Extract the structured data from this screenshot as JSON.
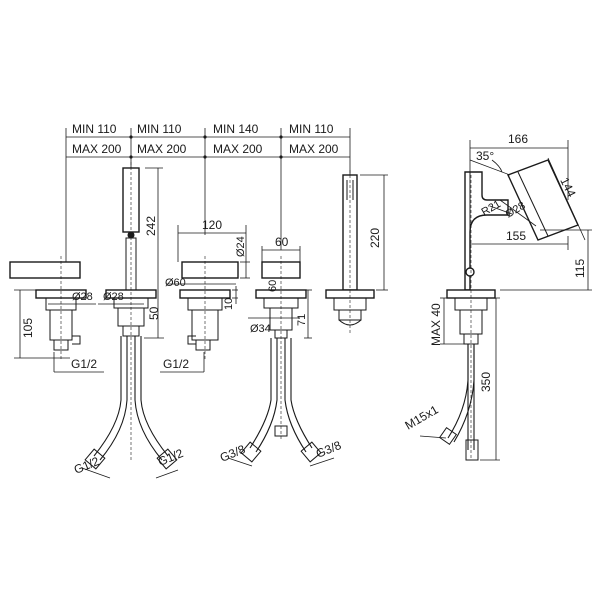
{
  "top_dims": {
    "min_a": "MIN 110",
    "max_a": "MAX 200",
    "min_b": "MIN 110",
    "max_b": "MAX 200",
    "min_c": "MIN 140",
    "max_c": "MAX 200",
    "min_d": "MIN 110",
    "max_d": "MAX 200"
  },
  "mixer_left": {
    "diameter": "Ø28",
    "height": "105",
    "thread": "G1/2"
  },
  "hand_shower": {
    "length": "242",
    "diameter": "Ø28",
    "depth": "50",
    "thread_left": "G1/2",
    "thread_right": "G1/2"
  },
  "mixer_mid": {
    "width": "120",
    "diameter": "Ø24",
    "handle_dia": "Ø60",
    "offset": "10",
    "thread": "G1/2"
  },
  "diverter": {
    "width": "60",
    "height": "60",
    "base_dia": "Ø34",
    "depth": "71",
    "thread_left": "G3/8",
    "thread_right": "G3/8"
  },
  "shower_holder": {
    "height": "220"
  },
  "spout": {
    "reach": "166",
    "angle": "35°",
    "head_length": "144",
    "radius": "R21",
    "head_dia": "Ø28",
    "projection": "155",
    "height": "115",
    "max_depth": "MAX 40",
    "hose_length": "350",
    "thread": "M15x1"
  }
}
